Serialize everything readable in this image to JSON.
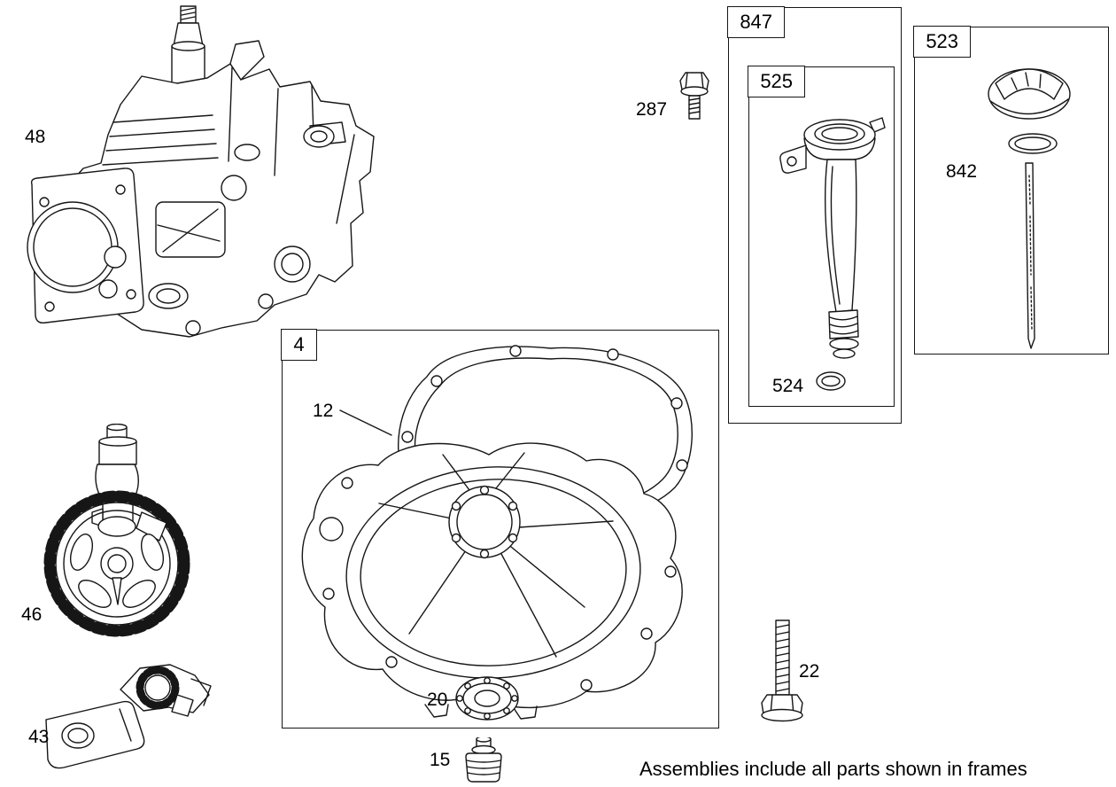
{
  "diagram": {
    "note": "Assemblies include all parts shown in frames",
    "frames": [
      {
        "label": "847"
      },
      {
        "label": "525"
      },
      {
        "label": "523"
      },
      {
        "label": "4"
      }
    ],
    "callouts": [
      {
        "label": "48"
      },
      {
        "label": "287"
      },
      {
        "label": "524"
      },
      {
        "label": "842"
      },
      {
        "label": "12"
      },
      {
        "label": "46"
      },
      {
        "label": "43"
      },
      {
        "label": "20"
      },
      {
        "label": "15"
      },
      {
        "label": "22"
      }
    ]
  }
}
